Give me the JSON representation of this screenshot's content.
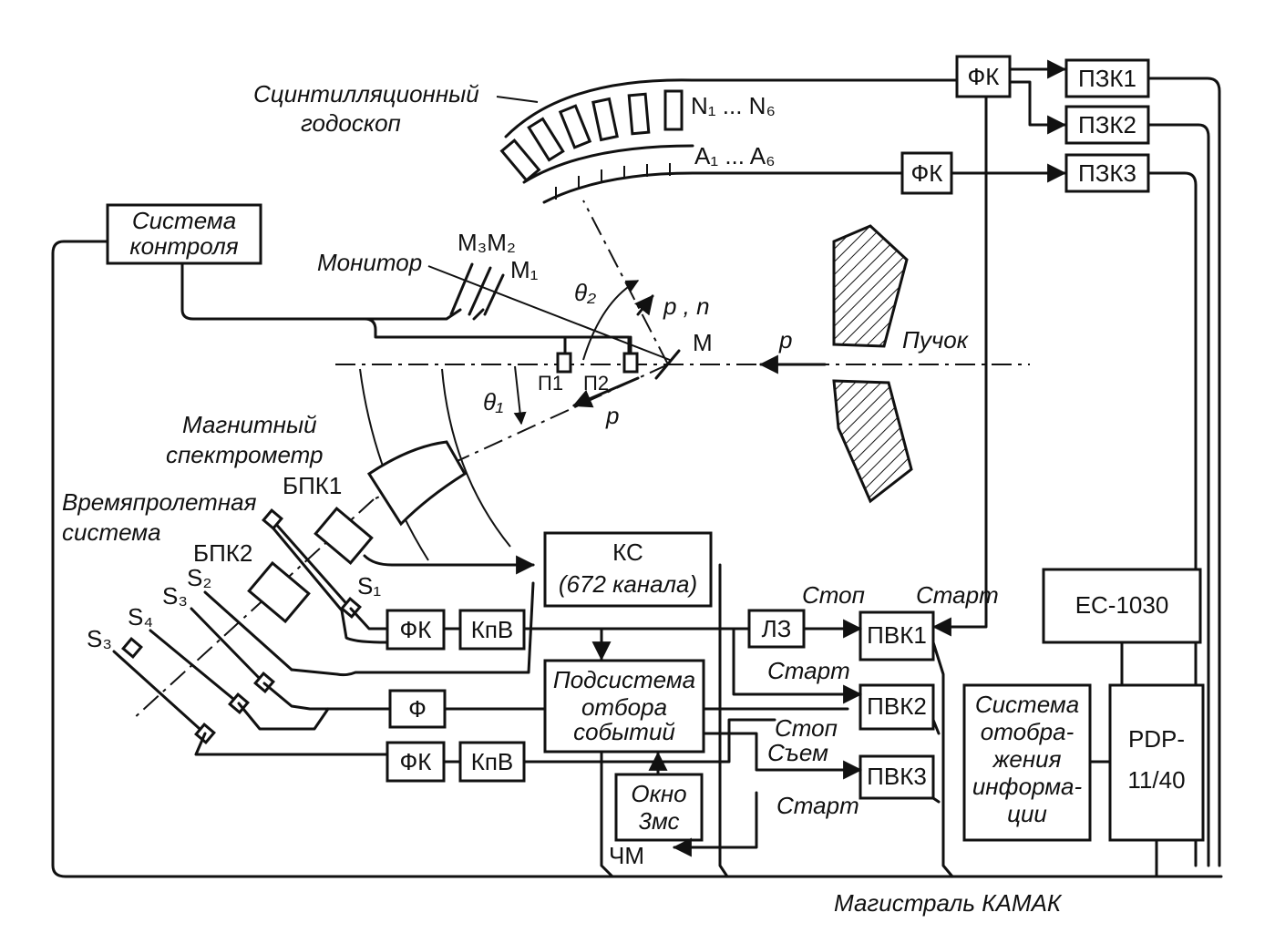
{
  "hodoscope": {
    "label_line1": "Сцинтилляционный",
    "label_line2": "годоскоп",
    "n_label": "N₁ ... N₆",
    "a_label": "A₁ ... A₆"
  },
  "boxes": {
    "fk1": "ФК",
    "pzk1": "ПЗК1",
    "pzk2": "ПЗК2",
    "fk2": "ФК",
    "pzk3": "ПЗК3",
    "control_line1": "Система",
    "control_line2": "контроля",
    "ks_line1": "КС",
    "ks_line2": "(672 канала)",
    "fk3": "ФК",
    "kpv1": "КпВ",
    "lz": "ЛЗ",
    "pvk1": "ПВК1",
    "pvk2": "ПВК2",
    "pvk3": "ПВК3",
    "ec1030": "ЕС-1030",
    "pdp_line1": "PDP-",
    "pdp_line2": "11/40",
    "sub_line1": "Подсистема",
    "sub_line2": "отбора",
    "sub_line3": "событий",
    "f": "Ф",
    "fk4": "ФК",
    "kpv2": "КпВ",
    "window_line1": "Окно",
    "window_line2": "3мс",
    "display_line1": "Система",
    "display_line2": "отобра-",
    "display_line3": "жения",
    "display_line4": "информа-",
    "display_line5": "ции"
  },
  "labels": {
    "monitor": "Монитор",
    "m3m2": "M₃M₂",
    "m1": "M₁",
    "theta2": "θ₂",
    "pn": "p , n",
    "m_target": "M",
    "p_beam": "p",
    "beam": "Пучок",
    "p1": "П1",
    "p2": "П2",
    "theta1": "θ₁",
    "p_scatter": "p",
    "magnet_line1": "Магнитный",
    "magnet_line2": "спектрометр",
    "bpk1": "БПК1",
    "tof_line1": "Времяпролетная",
    "tof_line2": "система",
    "bpk2": "БПК2",
    "s1": "S₁",
    "s2": "S₂",
    "s3": "S₃",
    "s4": "S₄",
    "s5": "S₃",
    "stop1": "Стоп",
    "start1": "Старт",
    "start2": "Старт",
    "stop2": "Стоп",
    "reset": "Съем",
    "start3": "Старт",
    "chm": "ЧМ",
    "camac": "Магистраль КАМАК"
  }
}
